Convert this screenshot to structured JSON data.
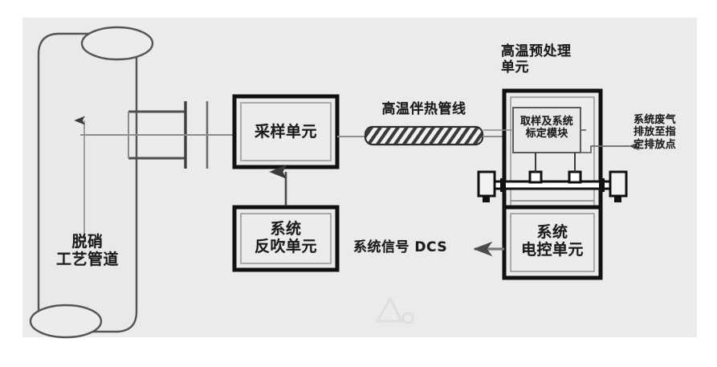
{
  "diagram": {
    "title_text_present": false,
    "background_color": "#ececec",
    "page_color": "#ffffff",
    "line_color": "#5a5a5a",
    "box_border_color": "#1a1a1a",
    "box_fill_color": "#ebebeb",
    "text_color": "#1b1b1b",
    "nodes": {
      "process_duct": {
        "label": "脱硝\n工艺管道",
        "kind": "vertical-pipe",
        "flow_arrow": "up"
      },
      "sampling_unit": {
        "label": "采样单元",
        "kind": "double-border-box"
      },
      "backblow_unit": {
        "label": "系统\n反吹单元",
        "kind": "double-border-box"
      },
      "pretreatment_unit": {
        "label": "高温预处理\n单元",
        "kind": "double-border-box-title"
      },
      "calibration_module": {
        "label": "取样及系统\n标定模块",
        "kind": "inner-box"
      },
      "electrical_control_unit": {
        "label": "系统\n电控单元",
        "kind": "double-border-box"
      }
    },
    "annotations": {
      "heated_line": "高温伴热管线",
      "exhaust": "系统废气\n排放至指\n定排放点",
      "dcs_signal": "系统信号 DCS"
    }
  }
}
